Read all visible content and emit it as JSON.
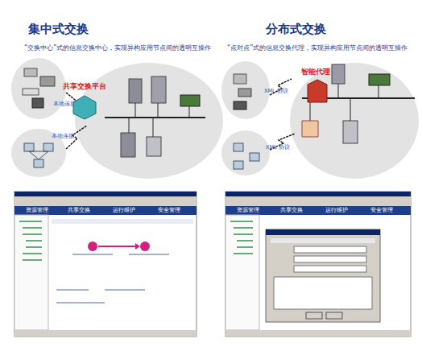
{
  "diagram": {
    "nodes": [
      {
        "text": [
          "共享交换平台"
        ]
      },
      {
        "text": [
          "智能代理"
        ]
      }
    ],
    "labels": [
      "集中式交换",
      "“交换中心”式的信息交换中心，实现异构应用节点间的透明互操作",
      "本地连接",
      "本地连接",
      "分布式交换",
      "“点对点”式的信息交换代理，实现异构应用节点间的透明互操作",
      "XML 协议",
      "XML 协议",
      "资源管理",
      "共享交换",
      "运行维护",
      "安全管理",
      "资源管理",
      "共享交换",
      "运行维护",
      "安全管理"
    ]
  }
}
